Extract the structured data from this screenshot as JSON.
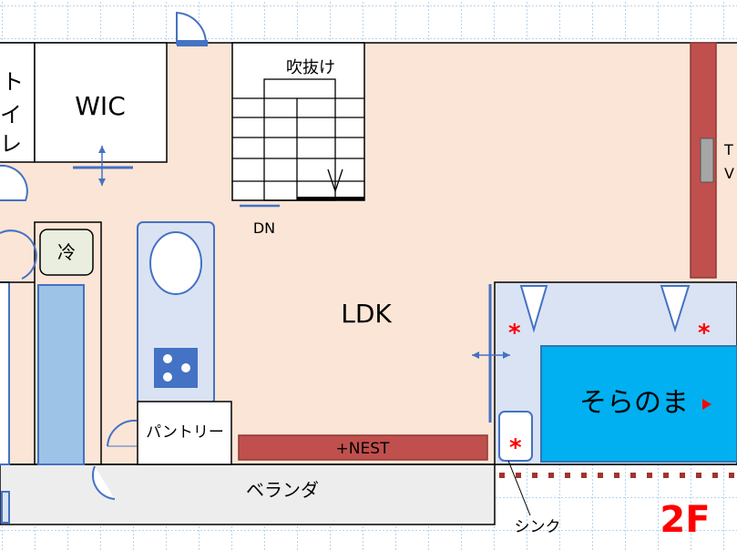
{
  "rooms": {
    "wic": "WIC",
    "fridge": "冷",
    "stairwell": "吹抜け",
    "stairs_down": "DN",
    "ldk": "LDK",
    "pantry": "パントリー",
    "nest": "+NEST",
    "balcony": "ベランダ",
    "sora": "そらのま",
    "sink": "シンク",
    "floor": "2F"
  },
  "cutoff_text": {
    "left_1": "ト",
    "left_2": "イ",
    "left_3": "レ",
    "right_1": "T",
    "right_2": "V"
  },
  "marks": {
    "asterisk": "*"
  },
  "colors": {
    "floor_wood": "#FBE5D6",
    "counter_blue": "#DAE3F3",
    "sora_blue": "#00B0F0",
    "tv_board_red": "#C0504D",
    "kitchen_outline": "#4472C4",
    "fridge_fill": "#E9EEDF",
    "floor_label_red": "#FF0000",
    "dotted_line": "#A0342E"
  }
}
